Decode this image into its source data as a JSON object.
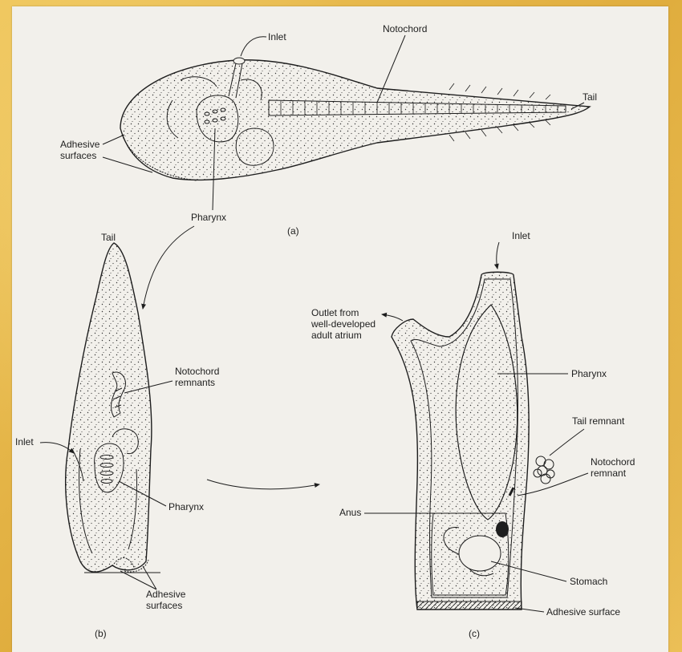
{
  "labels": {
    "a_inlet": "Inlet",
    "a_notochord": "Notochord",
    "a_tail": "Tail",
    "a_adhesive_1": "Adhesive",
    "a_adhesive_2": "surfaces",
    "a_pharynx": "Pharynx",
    "a_panel": "(a)",
    "b_tail": "Tail",
    "b_notochord_1": "Notochord",
    "b_notochord_2": "remnants",
    "b_inlet": "Inlet",
    "b_pharynx": "Pharynx",
    "b_adhesive_1": "Adhesive",
    "b_adhesive_2": "surfaces",
    "b_panel": "(b)",
    "c_inlet": "Inlet",
    "c_outlet_1": "Outlet from",
    "c_outlet_2": "well-developed",
    "c_outlet_3": "adult atrium",
    "c_pharynx": "Pharynx",
    "c_tail_remnant": "Tail remnant",
    "c_notochord_1": "Notochord",
    "c_notochord_2": "remnant",
    "c_anus": "Anus",
    "c_stomach": "Stomach",
    "c_adhesive": "Adhesive surface",
    "c_panel": "(c)"
  },
  "colors": {
    "background": "#e7b94f",
    "paper": "#f2f0eb",
    "ink": "#1e1e1e"
  }
}
